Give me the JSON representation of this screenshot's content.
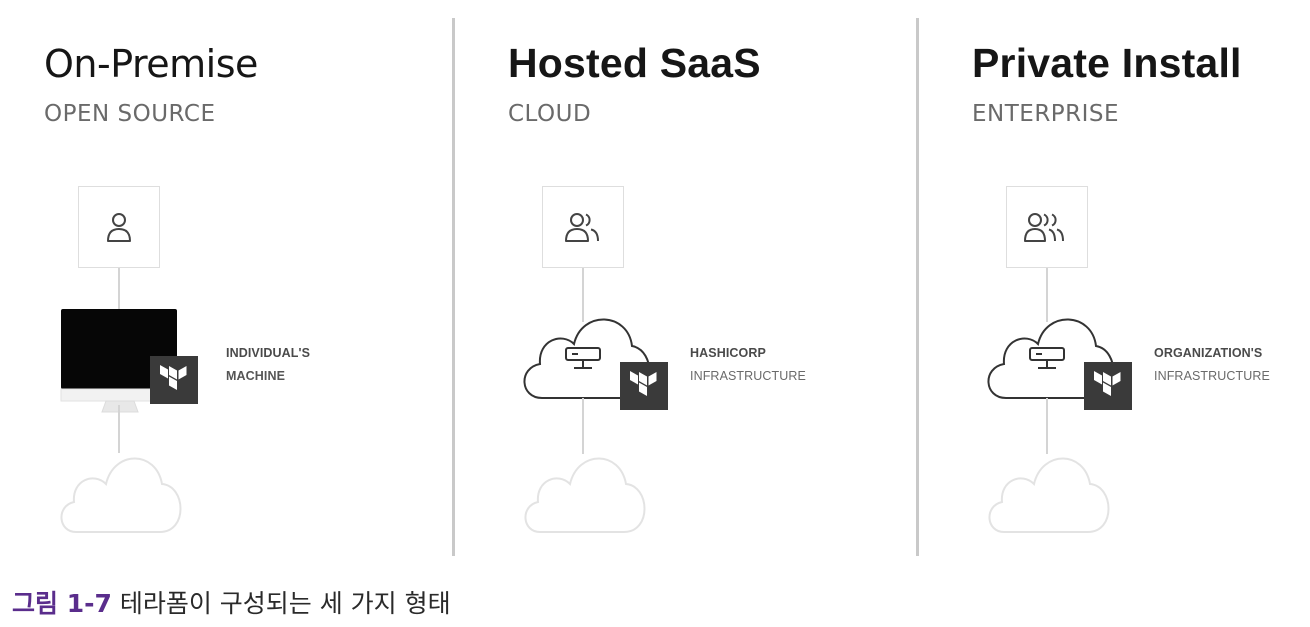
{
  "panels": [
    {
      "title": "On-Premise",
      "subtitle": "OPEN SOURCE",
      "user_icon": "single-user-icon",
      "device": "monitor",
      "label_line1": "INDIVIDUAL'S",
      "label_line2": "MACHINE"
    },
    {
      "title": "Hosted SaaS",
      "subtitle": "CLOUD",
      "user_icon": "two-users-icon",
      "device": "cloud-server",
      "label_line1": "HASHICORP",
      "label_line2": "INFRASTRUCTURE"
    },
    {
      "title": "Private Install",
      "subtitle": "ENTERPRISE",
      "user_icon": "group-users-icon",
      "device": "cloud-server",
      "label_line1": "ORGANIZATION'S",
      "label_line2": "INFRASTRUCTURE"
    }
  ],
  "caption": {
    "figure_label": "그림 1-7",
    "text": "테라폼이 구성되는 세 가지 형태"
  },
  "colors": {
    "caption_accent": "#5a2d8c",
    "logo_bg": "#3a3a3a",
    "divider": "#c9c9c9"
  }
}
